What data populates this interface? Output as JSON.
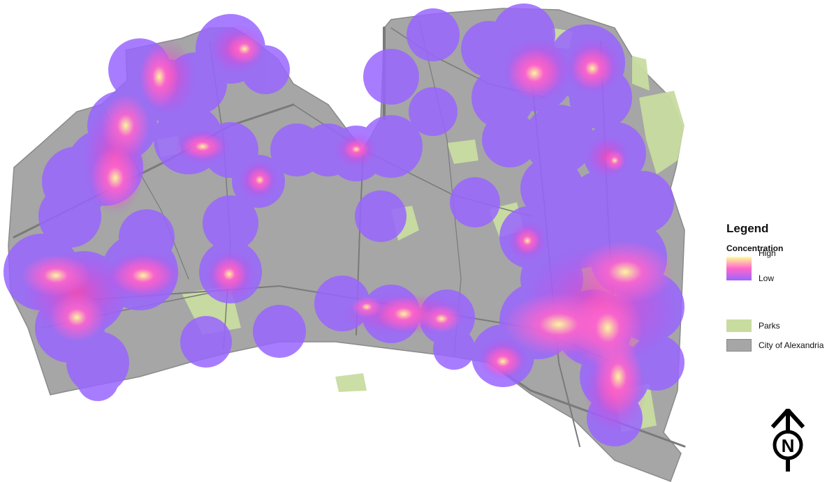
{
  "legend": {
    "title": "Legend",
    "concentration_label": "Concentration",
    "high_label": "High",
    "low_label": "Low",
    "parks_label": "Parks",
    "city_label": "City of Alexandria"
  },
  "colors": {
    "background": "#ffffff",
    "city": "#a6a6a6",
    "parks": "#c8dca0",
    "road": "#808080",
    "heat_low": "#9966ff",
    "heat_mid": "#ff66cc",
    "heat_high": "#ffff99"
  },
  "north_arrow": {
    "letter": "N",
    "icon": "north-arrow-icon"
  }
}
